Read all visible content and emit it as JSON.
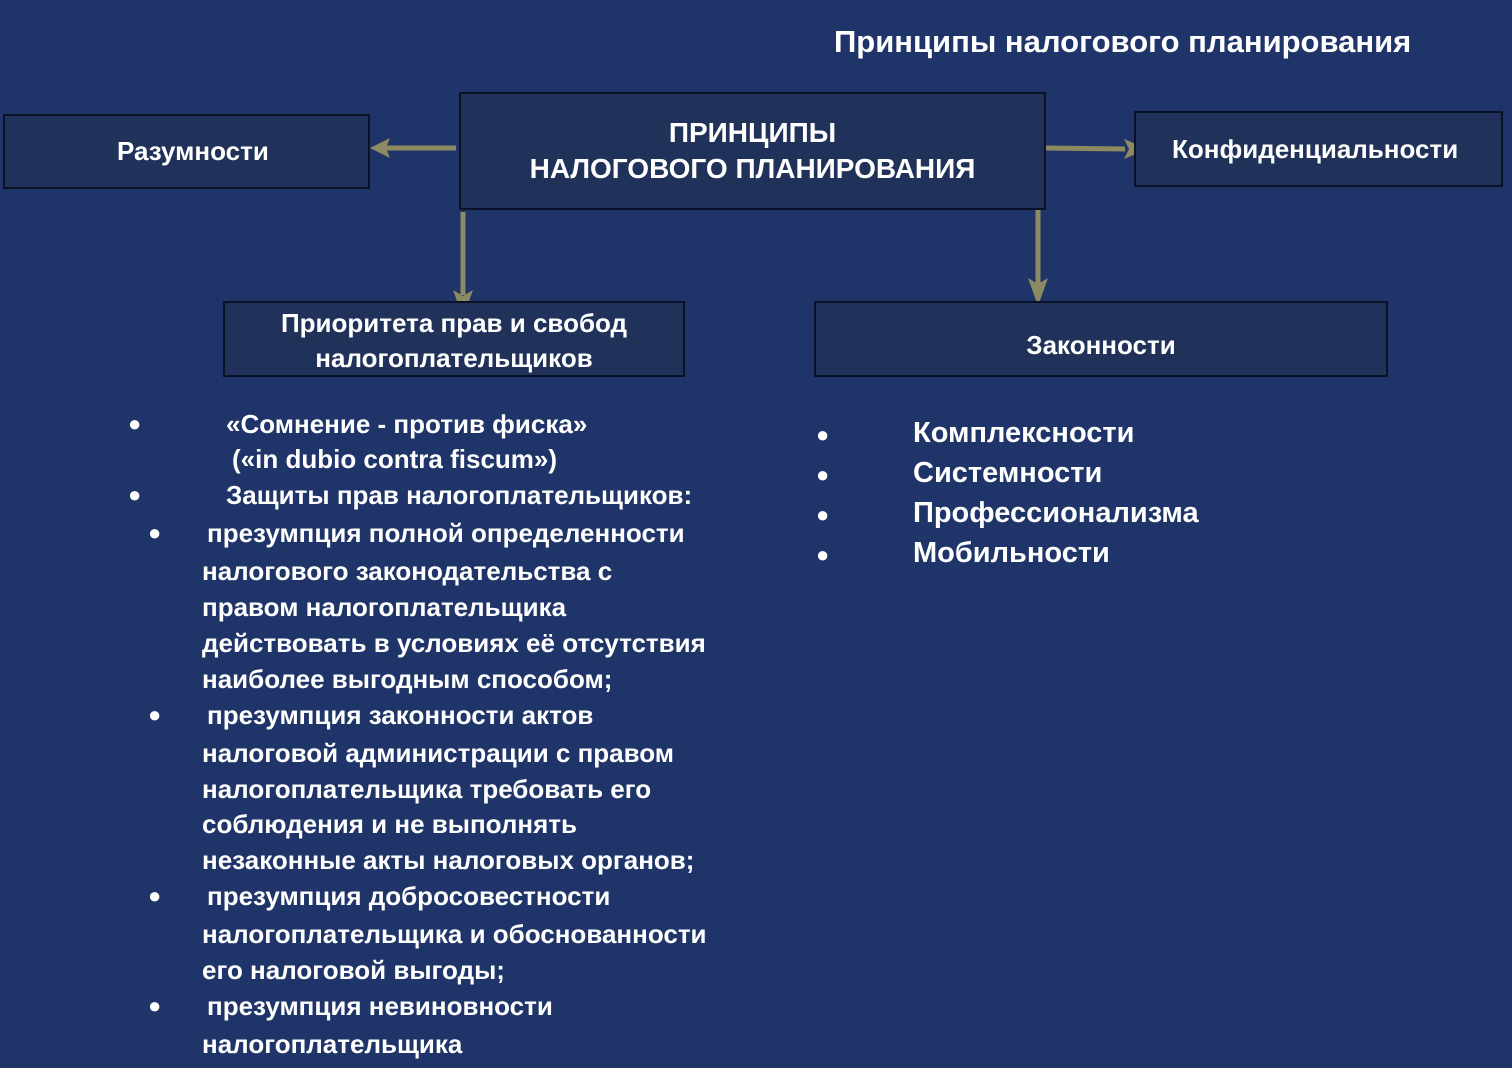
{
  "title": "Принципы налогового планирования",
  "center_box": {
    "line1": "ПРИНЦИПЫ",
    "line2": "НАЛОГОВОГО ПЛАНИРОВАНИЯ"
  },
  "left_box": "Разумности",
  "right_box": "Конфиденциальности",
  "priority_box": {
    "line1": "Приоритета прав и свобод",
    "line2": "налогоплательщиков"
  },
  "legality_box": "Законности",
  "left_list": {
    "item1_line1": "«Сомнение - против фиска»",
    "item1_line2": "(«in dubio contra fiscum»)",
    "item2": "Защиты прав налогоплательщиков:",
    "sub1": [
      "презумпция полной определенности",
      "налогового законодательства с",
      "правом налогоплательщика",
      "действовать в условиях её отсутствия",
      "наиболее выгодным способом;"
    ],
    "sub2": [
      "презумпция законности актов",
      "налоговой администрации с правом",
      "налогоплательщика требовать его",
      "соблюдения и не выполнять",
      "незаконные акты налоговых органов;"
    ],
    "sub3": [
      "презумпция добросовестности",
      "налогоплательщика и обоснованности",
      "его налоговой выгоды;"
    ],
    "sub4": [
      "презумпция невиновности",
      "налогоплательщика"
    ]
  },
  "right_list": [
    "Комплексности",
    "Системности",
    "Профессионализма",
    "Мобильности"
  ],
  "bullet": "●",
  "colors": {
    "background": "#1f3468",
    "box": "#203259",
    "arrow": "#8c8963"
  }
}
